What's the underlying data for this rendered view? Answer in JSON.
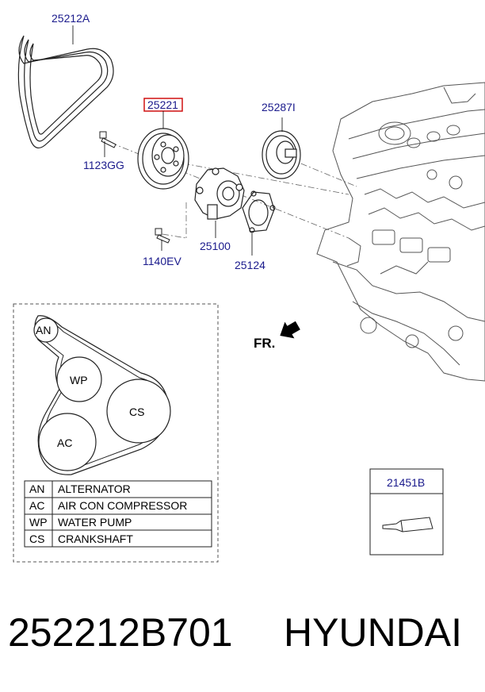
{
  "parts": {
    "belt": "25212A",
    "idler_pulley": "25221",
    "bolt_1": "1123GG",
    "tensioner": "25287I",
    "water_pump": "25100",
    "gasket": "25124",
    "bolt_2": "1140EV",
    "sealant": "21451B"
  },
  "highlighted_part_color": "#d01010",
  "callout_color": "#1a1a8c",
  "front_marker": "FR.",
  "belt_routing": {
    "pulleys": [
      {
        "abbr": "AN"
      },
      {
        "abbr": "WP"
      },
      {
        "abbr": "CS"
      },
      {
        "abbr": "AC"
      }
    ],
    "legend": [
      {
        "abbr": "AN",
        "name": "ALTERNATOR"
      },
      {
        "abbr": "AC",
        "name": "AIR CON COMPRESSOR"
      },
      {
        "abbr": "WP",
        "name": "WATER PUMP"
      },
      {
        "abbr": "CS",
        "name": "CRANKSHAFT"
      }
    ]
  },
  "footer": {
    "part_number": "252212B701",
    "brand": "HYUNDAI"
  }
}
